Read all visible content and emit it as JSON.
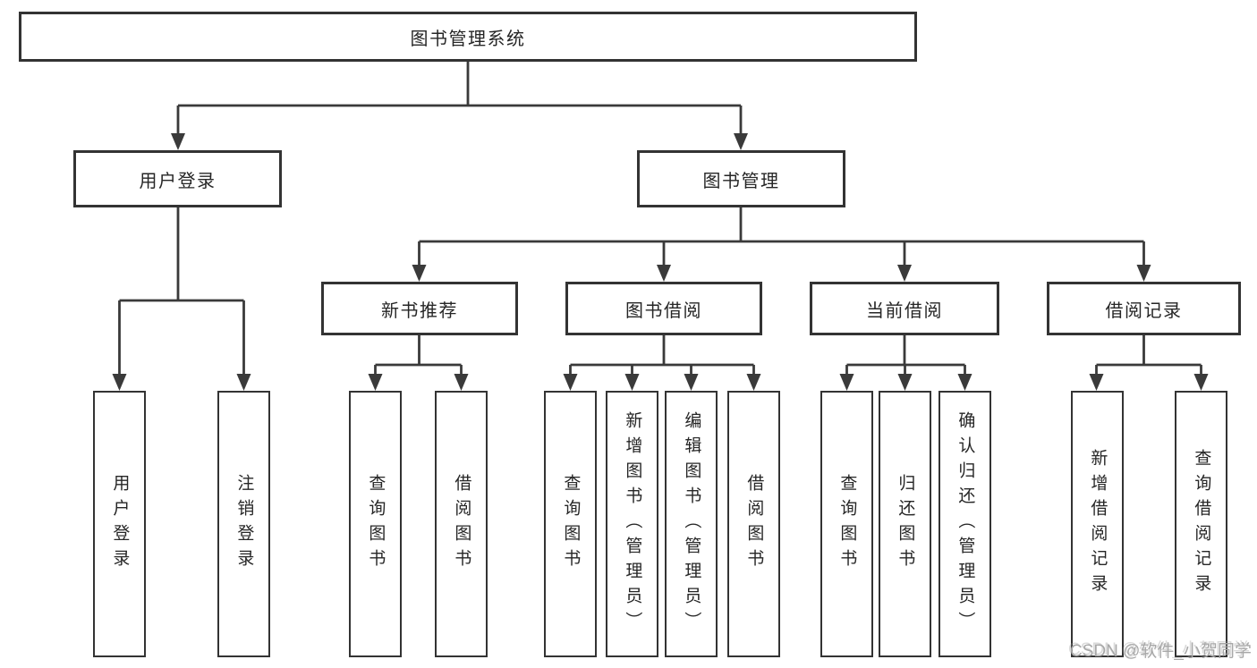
{
  "diagram": {
    "root": {
      "label": "图书管理系统"
    },
    "level2": {
      "login": {
        "label": "用户登录"
      },
      "mgmt": {
        "label": "图书管理"
      }
    },
    "level3": {
      "recommend": {
        "label": "新书推荐"
      },
      "borrow": {
        "label": "图书借阅"
      },
      "current": {
        "label": "当前借阅"
      },
      "records": {
        "label": "借阅记录"
      }
    },
    "leaves": {
      "login_user": {
        "label": "用户登录"
      },
      "login_logout": {
        "label": "注销登录"
      },
      "rec_query": {
        "label": "查询图书"
      },
      "rec_borrow": {
        "label": "借阅图书"
      },
      "bor_query": {
        "label": "查询图书"
      },
      "bor_add": {
        "label": "新增图书（管理员）"
      },
      "bor_edit": {
        "label": "编辑图书（管理员）"
      },
      "bor_borrow": {
        "label": "借阅图书"
      },
      "cur_query": {
        "label": "查询图书"
      },
      "cur_return": {
        "label": "归还图书"
      },
      "cur_confirm": {
        "label": "确认归还（管理员）"
      },
      "hist_add": {
        "label": "新增借阅记录"
      },
      "hist_query": {
        "label": "查询借阅记录"
      }
    }
  },
  "watermark": {
    "text": "CSDN @软件_小贺同学"
  },
  "colors": {
    "border": "#333333",
    "line": "#3a3a3a",
    "text": "#262626",
    "watermark": "#a8a8a8",
    "background": "#ffffff"
  }
}
